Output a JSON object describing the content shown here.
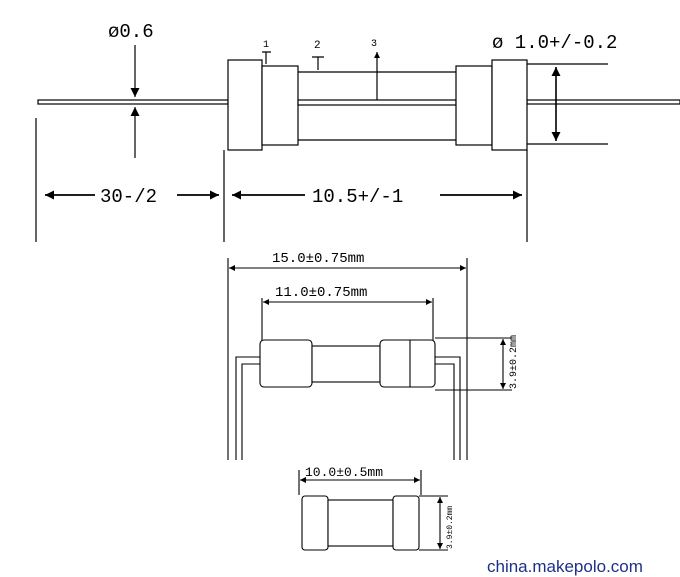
{
  "diagram": {
    "top": {
      "dia_wire": "ø0.6",
      "marker_1": "1",
      "marker_2": "2",
      "marker_3": "3",
      "dia_body": "ø 1.0+/-0.2",
      "lead_length": "30-/2",
      "body_length": "10.5+/-1"
    },
    "middle": {
      "overall_length": "15.0±0.75mm",
      "body_length": "11.0±0.75mm",
      "diameter": "3.9±0.2mm"
    },
    "bottom": {
      "length": "10.0±0.5mm",
      "diameter": "3.9±0.2mm"
    }
  },
  "watermark": "china.makepolo.com"
}
